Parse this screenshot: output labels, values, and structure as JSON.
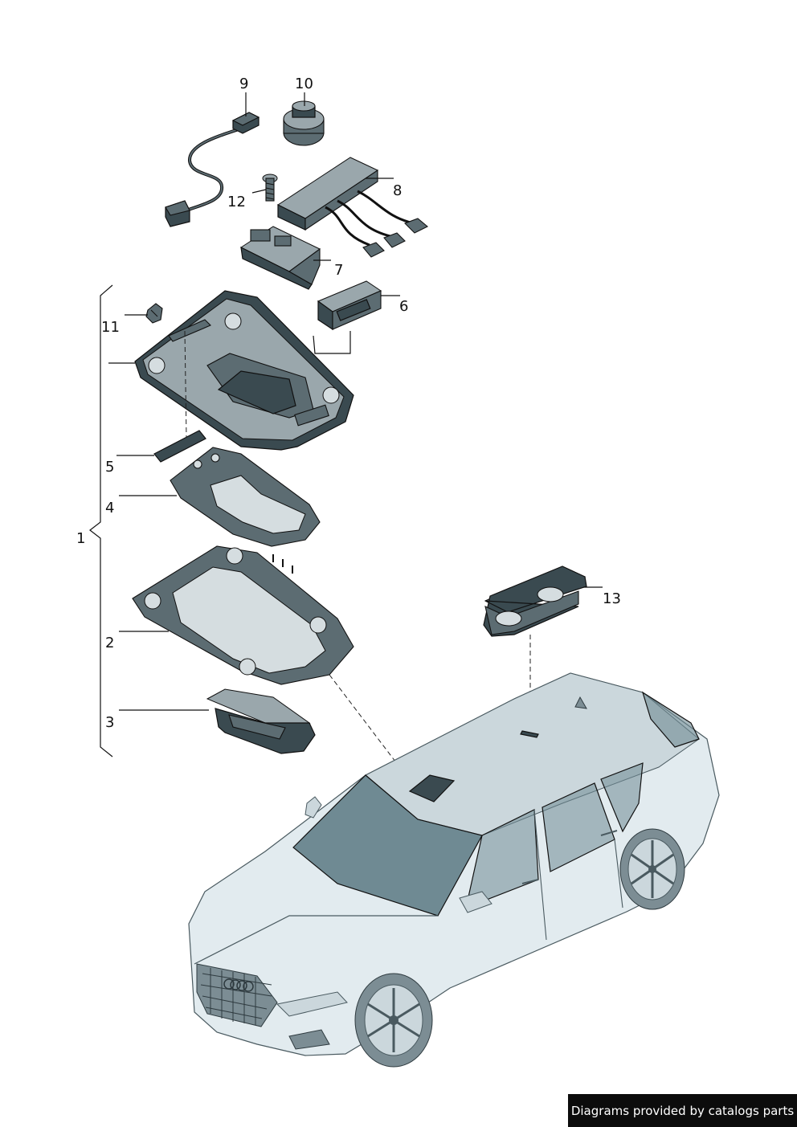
{
  "callouts": {
    "c1": "1",
    "c2": "2",
    "c3": "3",
    "c4": "4",
    "c5": "5",
    "c6": "6",
    "c7": "7",
    "c8": "8",
    "c9": "9",
    "c10": "10",
    "c11": "11",
    "c12": "12",
    "c13": "13"
  },
  "credit": "Diagrams provided by catalogs parts",
  "colors": {
    "part_dark": "#3a4a50",
    "glass": "#6f8a93",
    "car_body": "#e2ebef",
    "credit_background": "#0c0c0c"
  }
}
